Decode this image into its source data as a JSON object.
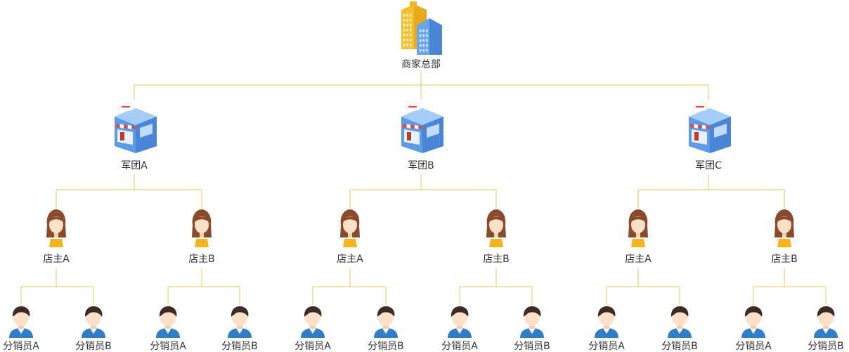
{
  "colors": {
    "connector": "#e8c65a",
    "label": "#333333",
    "building_yellow": "#f5c12e",
    "building_blue": "#6aa6ef",
    "store_blue": "#5b9be8",
    "hair": "#8a4a2c",
    "skin": "#fde0c8",
    "apron": "#f5b41e",
    "boy_hair": "#3a2b24",
    "boy_shirt": "#2f7ec7"
  },
  "icons": {
    "headquarters": "office-building-icon",
    "legion": "storefront-icon",
    "owner": "female-shopkeeper-icon",
    "distributor": "male-distributor-icon"
  },
  "tree": {
    "label": "商家总部",
    "children": [
      {
        "label": "军团A",
        "children": [
          {
            "label": "店主A",
            "children": [
              {
                "label": "分销员A"
              },
              {
                "label": "分销员B"
              }
            ]
          },
          {
            "label": "店主B",
            "children": [
              {
                "label": "分销员A"
              },
              {
                "label": "分销员B"
              }
            ]
          }
        ]
      },
      {
        "label": "军团B",
        "children": [
          {
            "label": "店主A",
            "children": [
              {
                "label": "分销员A"
              },
              {
                "label": "分销员B"
              }
            ]
          },
          {
            "label": "店主B",
            "children": [
              {
                "label": "分销员A"
              },
              {
                "label": "分销员B"
              }
            ]
          }
        ]
      },
      {
        "label": "军团C",
        "children": [
          {
            "label": "店主A",
            "children": [
              {
                "label": "分销员A"
              },
              {
                "label": "分销员B"
              }
            ]
          },
          {
            "label": "店主B",
            "children": [
              {
                "label": "分销员A"
              },
              {
                "label": "分销员B"
              }
            ]
          }
        ]
      }
    ]
  }
}
